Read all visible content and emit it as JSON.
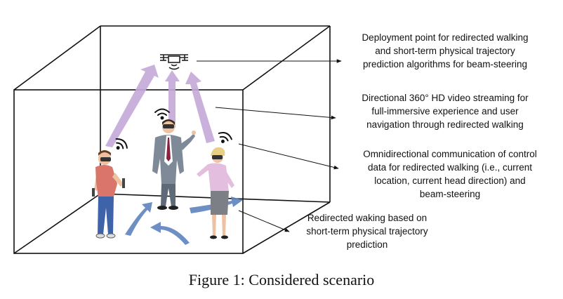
{
  "labels": {
    "deployment": [
      "Deployment point for redirected walking",
      "and short-term physical trajectory",
      "prediction algorithms for beam-steering"
    ],
    "video": [
      "Directional 360° HD video streaming for",
      "full-immersive experience and user",
      "navigation through redirected walking"
    ],
    "omni": [
      "Omnidirectional communication of control",
      "data for redirected walking (i.e., current",
      "location, current head direction) and",
      "beam-steering"
    ],
    "walking": [
      "Redirected waking based on",
      "short-term physical trajectory",
      "prediction"
    ]
  },
  "caption": "Figure 1: Considered scenario",
  "colors": {
    "beam": "#c5a9d8",
    "walk_arrow": "#5f83be",
    "line": "#111111",
    "shirt_left": "#d9756a",
    "jeans": "#3f63a8",
    "suit": "#7f8a98",
    "blouse": "#e4bedf",
    "skirt": "#7c7f85",
    "hair_blonde": "#e8cf86",
    "skin": "#eec1a2"
  },
  "icons": [
    "drone-icon",
    "wifi-icon",
    "vr-headset-icon"
  ]
}
